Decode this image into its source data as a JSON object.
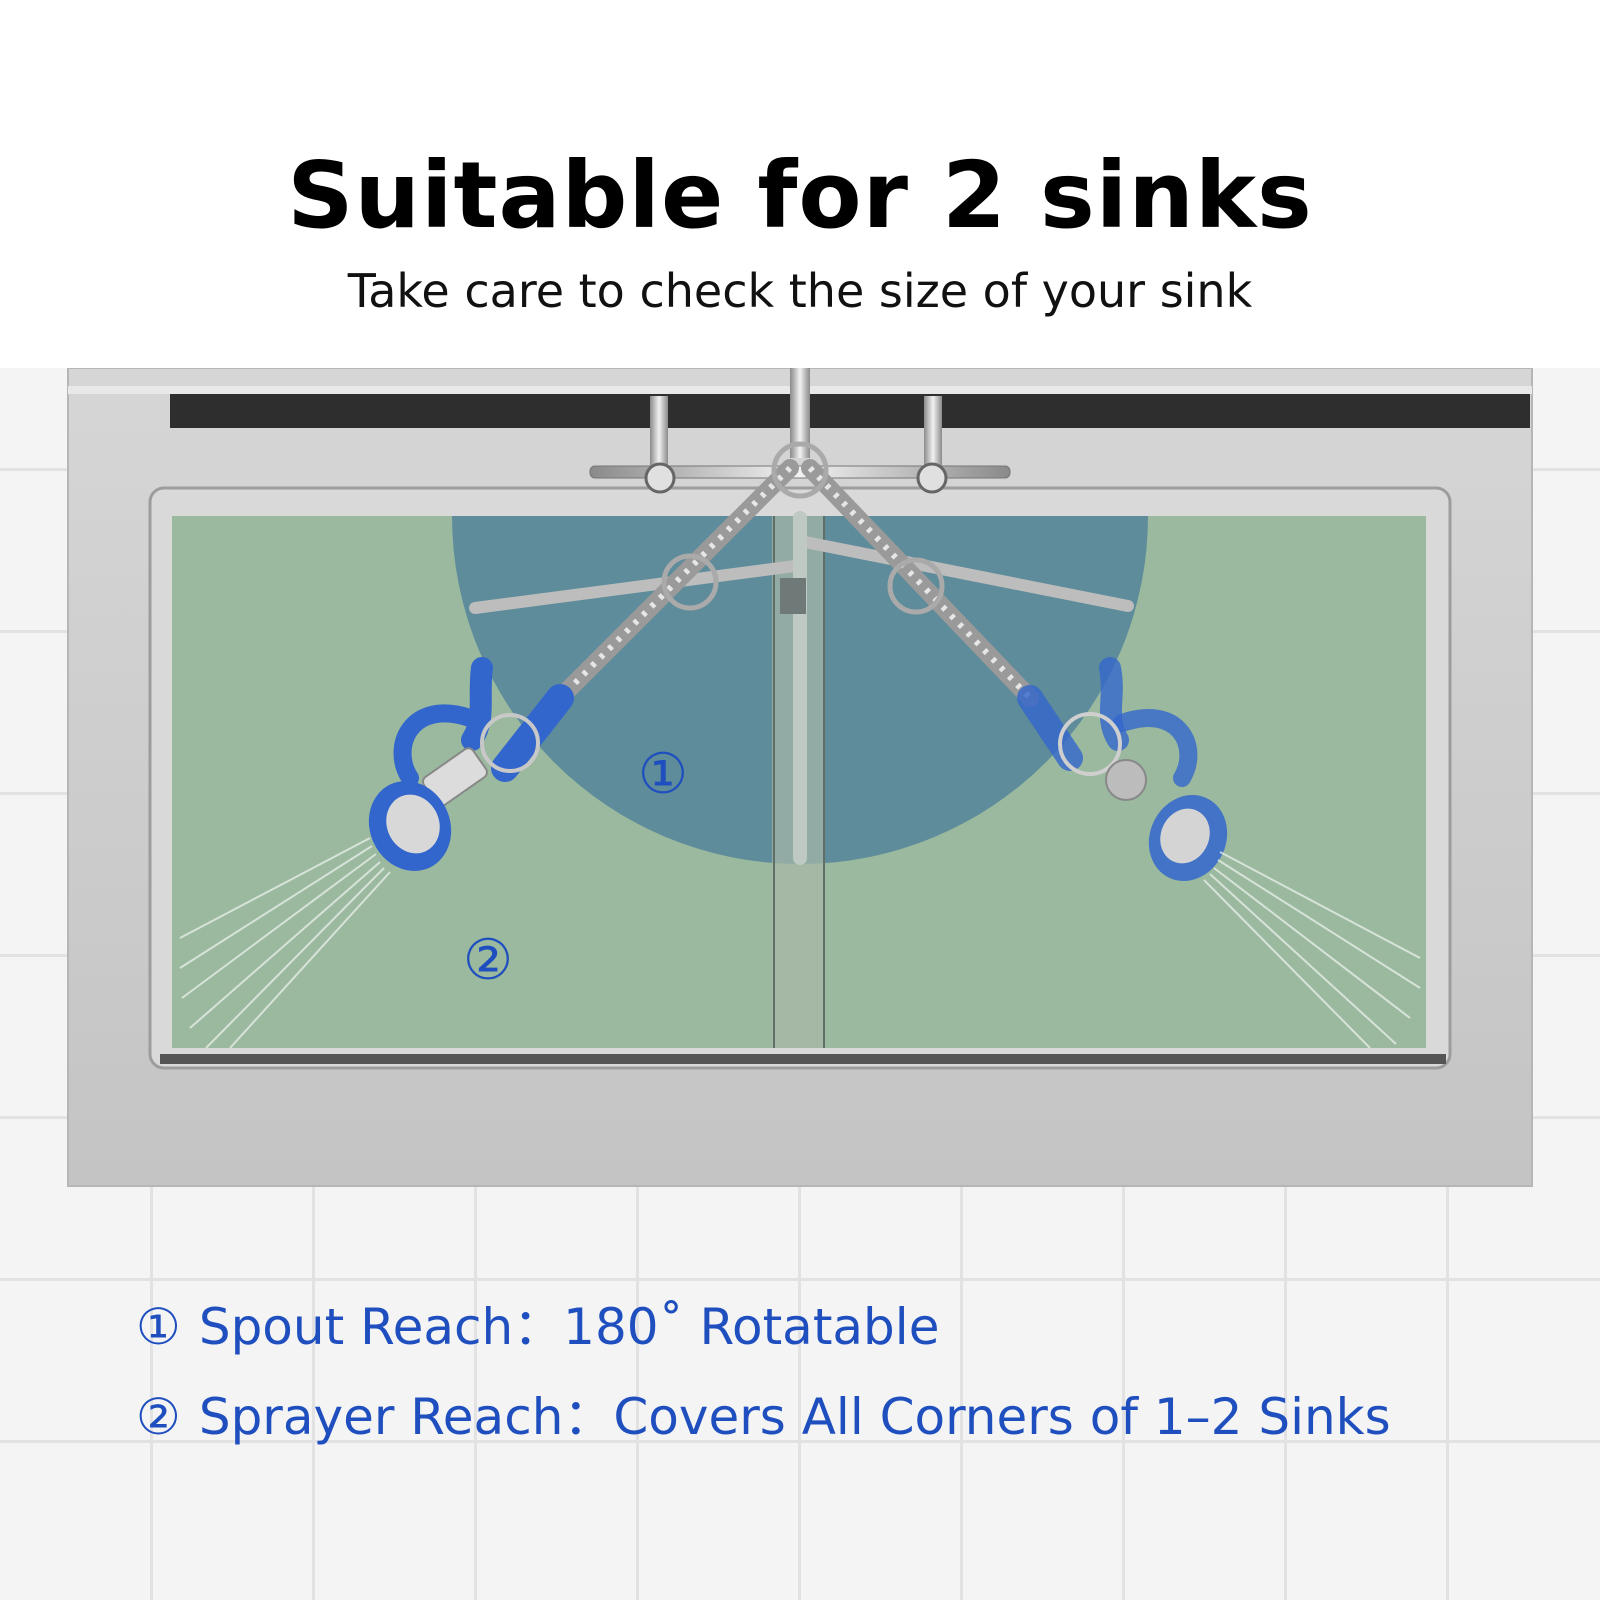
{
  "header": {
    "title": "Suitable for 2 sinks",
    "subtitle": "Take care to check the size of your sink"
  },
  "diagram": {
    "zone_1_marker": "①",
    "zone_2_marker": "②"
  },
  "legend": {
    "items": [
      {
        "marker": "①",
        "text": "Spout Reach：180˚ Rotatable"
      },
      {
        "marker": "②",
        "text": "Sprayer Reach：Covers All Corners of 1–2 Sinks"
      }
    ]
  },
  "colors": {
    "zone_spout": "#4d7f9a",
    "zone_sprayer": "#9ab99e",
    "sprayer_blue": "#3366cc",
    "legend_text": "#1f4fbf"
  }
}
